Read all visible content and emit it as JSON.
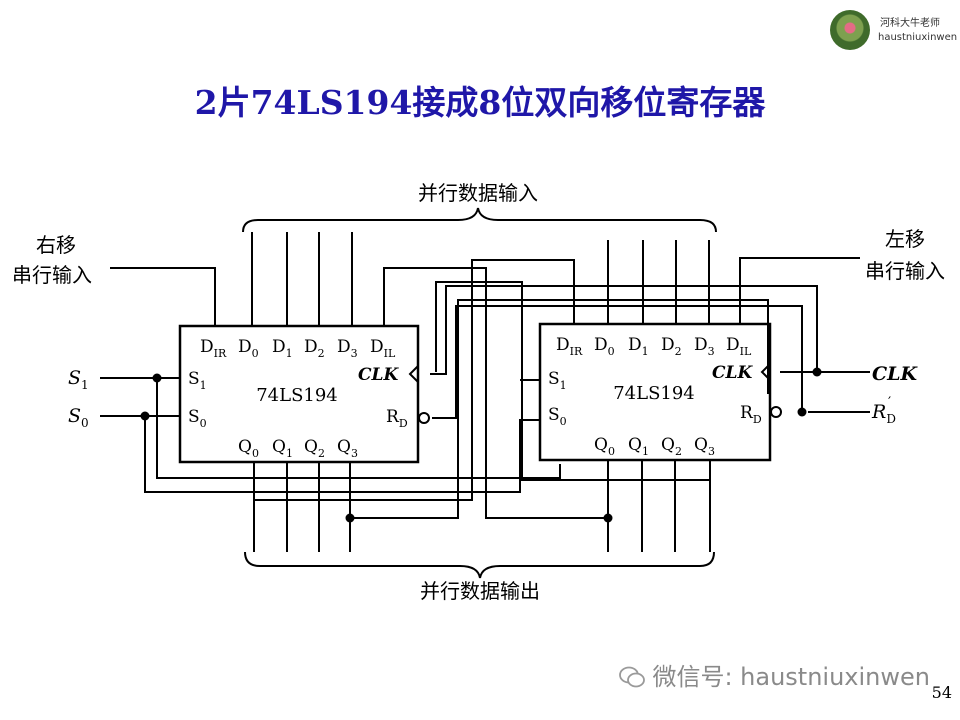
{
  "logo": {
    "name": "河科大牛老师",
    "sub": "haustniuxinwen"
  },
  "title": "2片74LS194接成8位双向移位寄存器",
  "labels": {
    "parallel_in": "并行数据输入",
    "parallel_out": "并行数据输出",
    "right_shift_line1": "右移",
    "right_shift_line2": "串行输入",
    "left_shift_line1": "左移",
    "left_shift_line2": "串行输入"
  },
  "chip_left": {
    "name": "74LS194",
    "top_pins": [
      "D_IR",
      "D_0",
      "D_1",
      "D_2",
      "D_3",
      "D_IL"
    ],
    "left_pins": [
      "S_1",
      "S_0"
    ],
    "right_pins": [
      "CLK",
      "R_D"
    ],
    "bottom_pins": [
      "Q_0",
      "Q_1",
      "Q_2",
      "Q_3"
    ]
  },
  "chip_right": {
    "name": "74LS194",
    "top_pins": [
      "D_IR",
      "D_0",
      "D_1",
      "D_2",
      "D_3",
      "D_IL"
    ],
    "left_pins": [
      "S_1",
      "S_0"
    ],
    "right_pins": [
      "CLK",
      "R_D"
    ],
    "bottom_pins": [
      "Q_0",
      "Q_1",
      "Q_2",
      "Q_3"
    ]
  },
  "inputs_left": [
    "S_1",
    "S_0"
  ],
  "inputs_right": [
    "CLK",
    "R_D′"
  ],
  "watermark": "微信号: haustniuxinwen",
  "page_number": "54"
}
